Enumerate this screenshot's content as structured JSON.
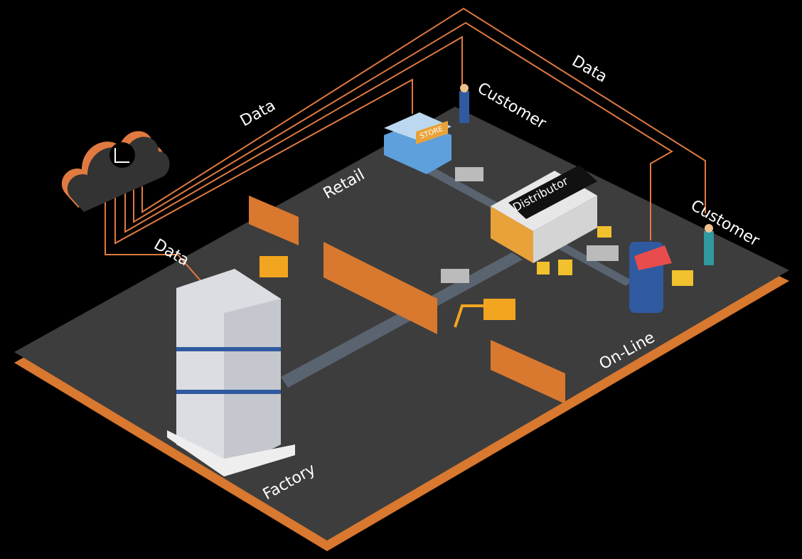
{
  "colors": {
    "background": "#000000",
    "platform": "#3d3d3d",
    "accent": "#e07a40",
    "road": "#5a6470",
    "wall": "#d9782f",
    "text": "#ffffff"
  },
  "labels": {
    "data_top_left": "Data",
    "data_top_right": "Data",
    "data_factory": "Data",
    "customer_top": "Customer",
    "customer_right": "Customer",
    "retail": "Retail",
    "distributor": "Distributor",
    "online": "On-Line",
    "factory": "Factory",
    "store_sign": "STORE"
  },
  "icons": [
    "cloud-icon",
    "store-building",
    "distributor-warehouse",
    "factory-building",
    "smartphone-shop-icon",
    "shopping-cart-icon",
    "excavator",
    "bulldozer",
    "delivery-truck",
    "customer-person",
    "brick-wall"
  ]
}
